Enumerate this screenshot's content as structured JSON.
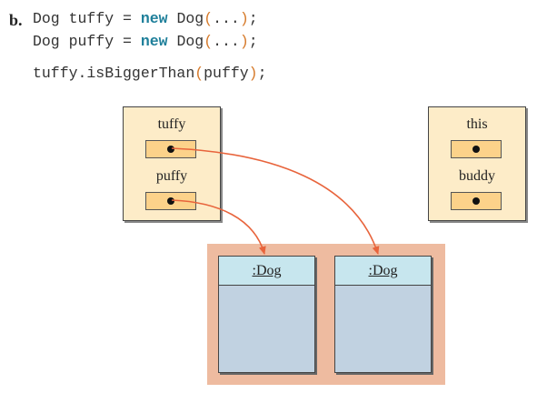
{
  "part_label": "b.",
  "code": {
    "line1": {
      "type": "Dog",
      "var": "tuffy",
      "eq": "=",
      "kw": "new",
      "ctor": "Dog",
      "open": "(",
      "args": "...",
      "close": ")",
      "semi": ";"
    },
    "line2": {
      "type": "Dog",
      "var": "puffy",
      "eq": "=",
      "kw": "new",
      "ctor": "Dog",
      "open": "(",
      "args": "...",
      "close": ")",
      "semi": ";"
    },
    "line3": {
      "call": "tuffy.isBiggerThan",
      "open": "(",
      "arg": "puffy",
      "close": ")",
      "semi": ";"
    }
  },
  "caller_frame": {
    "vars": [
      {
        "name": "tuffy"
      },
      {
        "name": "puffy"
      }
    ]
  },
  "method_frame": {
    "vars": [
      {
        "name": "this"
      },
      {
        "name": "buddy"
      }
    ]
  },
  "heap": {
    "objects": [
      {
        "label": ":Dog"
      },
      {
        "label": ":Dog"
      }
    ]
  },
  "colors": {
    "arrow": "#e8643c",
    "keyword": "#1e7f9a",
    "paren": "#d67a2a",
    "frame": "#fdecc8",
    "slot": "#fcd28a",
    "heap": "#eebba0",
    "obj_head": "#c7e6ee",
    "obj_body": "#c1d2e1"
  }
}
